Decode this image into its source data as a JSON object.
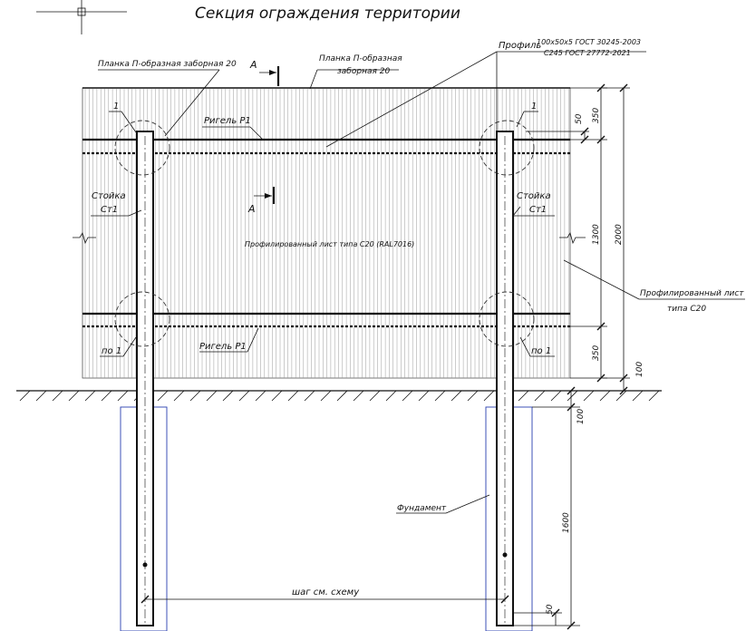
{
  "title": "Секция ограждения территории",
  "labels": {
    "planka_left": "Планка П-образная заборная 20",
    "planka_right_1": "Планка П-образная",
    "planka_right_2": "заборная 20",
    "profile_label": "Профиль",
    "profile_spec_1": "100х50х5 ГОСТ 30245-2003",
    "profile_spec_2": "С245 ГОСТ 27772-2021",
    "section_a_top": "А",
    "section_a_mid": "А",
    "callout_1_left": "1",
    "callout_1_right": "1",
    "rigel_top": "Ригель Р1",
    "rigel_bottom": "Ригель Р1",
    "stoyka_left_1": "Стойка",
    "stoyka_left_2": "Ст1",
    "stoyka_right_1": "Стойка",
    "stoyka_right_2": "Ст1",
    "center_sheet": "Профилированный лист типа С20 (RAL7016)",
    "right_sheet_1": "Профилированный лист",
    "right_sheet_2": "типа С20",
    "po1_left": "по 1",
    "po1_right": "по 1",
    "foundation": "Фундамент",
    "step": "шаг см. схему"
  },
  "dimensions": {
    "d50_top": "50",
    "d350_top": "350",
    "d1300": "1300",
    "d2000": "2000",
    "d350_bottom": "350",
    "d100_gap": "100",
    "d100_below": "100",
    "d1600": "1600",
    "d50_bottom": "50"
  }
}
